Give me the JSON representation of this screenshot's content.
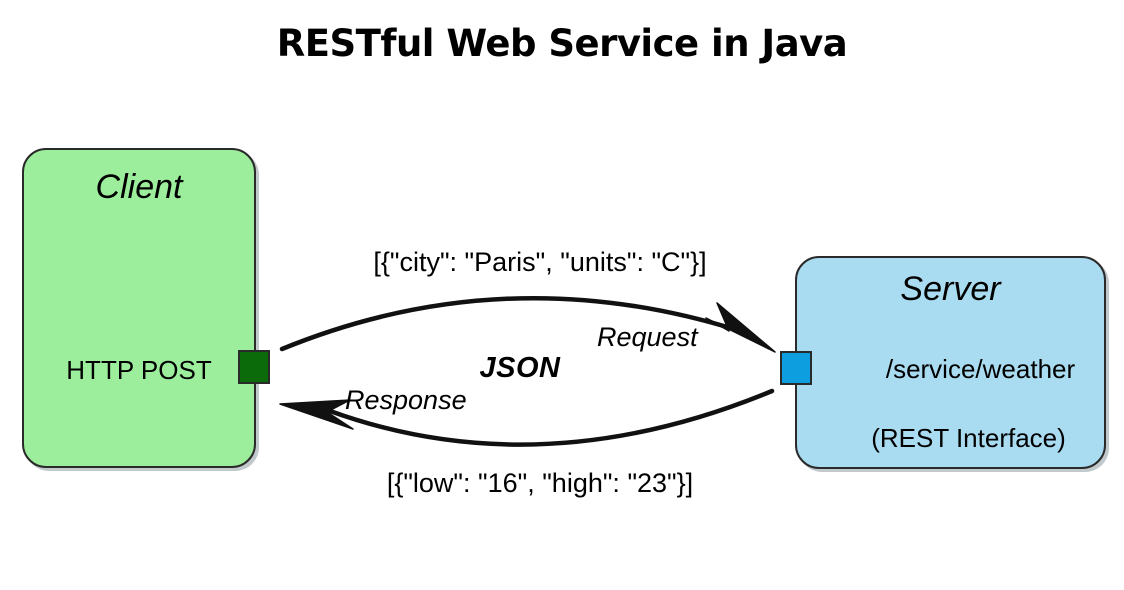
{
  "title": "RESTful Web Service in Java",
  "nodes": {
    "client": {
      "title": "Client",
      "method": "HTTP POST",
      "fill": "#9ceE9c",
      "port_color": "#0b6b0b",
      "port_name": "client-port"
    },
    "server": {
      "title": "Server",
      "path": "/service/weather",
      "note": "(REST Interface)",
      "fill": "#a9dcf1",
      "port_color": "#0d9ee0",
      "port_name": "server-port"
    }
  },
  "edges": {
    "format_label": "JSON",
    "request": {
      "label": "Request",
      "payload": "[{\"city\": \"Paris\", \"units\": \"C\"}]",
      "direction": "client-to-server"
    },
    "response": {
      "label": "Response",
      "payload": "[{\"low\": \"16\", \"high\": \"23\"}]",
      "direction": "server-to-client"
    }
  },
  "colors": {
    "stroke": "#2a2a2a",
    "arrow": "#111111",
    "background": "#ffffff"
  }
}
